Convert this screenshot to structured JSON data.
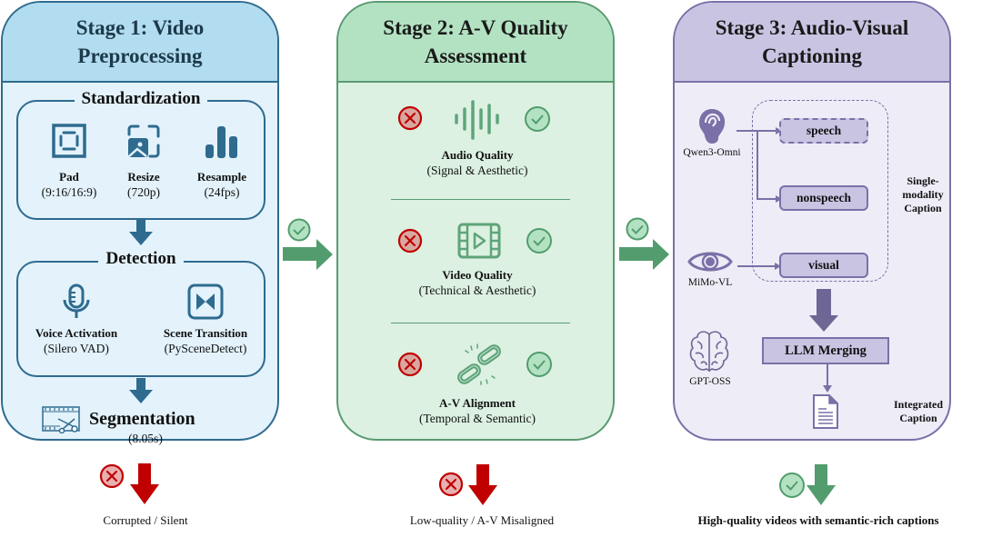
{
  "colors": {
    "stage1_border": "#2e6b8f",
    "stage1_header": "#b2dcef",
    "stage1_body": "#e3f2fb",
    "stage2_border": "#5a9a72",
    "stage2_header": "#b3e2c2",
    "stage2_body": "#dcf1e1",
    "stage3_border": "#7b70a8",
    "stage3_header": "#cac4e3",
    "stage3_body": "#eeecf6",
    "reject_red": "#c00000",
    "accept_green": "#529c6e"
  },
  "stage1": {
    "title": "Stage 1: Video Preprocessing",
    "standardization": {
      "title": "Standardization",
      "items": [
        {
          "icon": "pad-icon",
          "label": "Pad",
          "detail": "(9:16/16:9)"
        },
        {
          "icon": "resize-icon",
          "label": "Resize",
          "detail": "(720p)"
        },
        {
          "icon": "resample-icon",
          "label": "Resample",
          "detail": "(24fps)"
        }
      ]
    },
    "detection": {
      "title": "Detection",
      "items": [
        {
          "icon": "microphone-icon",
          "label": "Voice Activation",
          "detail": "(Silero VAD)"
        },
        {
          "icon": "scene-transition-icon",
          "label": "Scene Transition",
          "detail": "(PySceneDetect)"
        }
      ]
    },
    "segmentation": {
      "icon": "film-scissors-icon",
      "label": "Segmentation",
      "detail": "(8.05s)"
    },
    "reject_label": "Corrupted / Silent"
  },
  "stage2": {
    "title": "Stage 2: A-V Quality Assessment",
    "checks": [
      {
        "icon": "waveform-icon",
        "label": "Audio Quality",
        "detail": "(Signal & Aesthetic)"
      },
      {
        "icon": "video-play-icon",
        "label": "Video Quality",
        "detail": "(Technical & Aesthetic)"
      },
      {
        "icon": "broken-link-icon",
        "label": "A-V Alignment",
        "detail": "(Temporal & Semantic)"
      }
    ],
    "reject_label": "Low-quality / A-V Misaligned"
  },
  "stage3": {
    "title": "Stage 3: Audio-Visual Captioning",
    "models": {
      "audio": "Qwen3-Omni",
      "visual": "MiMo-VL",
      "llm": "GPT-OSS"
    },
    "captions": {
      "speech": "speech",
      "nonspeech": "nonspeech",
      "visual": "visual"
    },
    "single_modality_label": "Single-modality Caption",
    "merge_label": "LLM Merging",
    "integrated_label": "Integrated Caption",
    "output_label": "High-quality videos with semantic-rich captions"
  }
}
